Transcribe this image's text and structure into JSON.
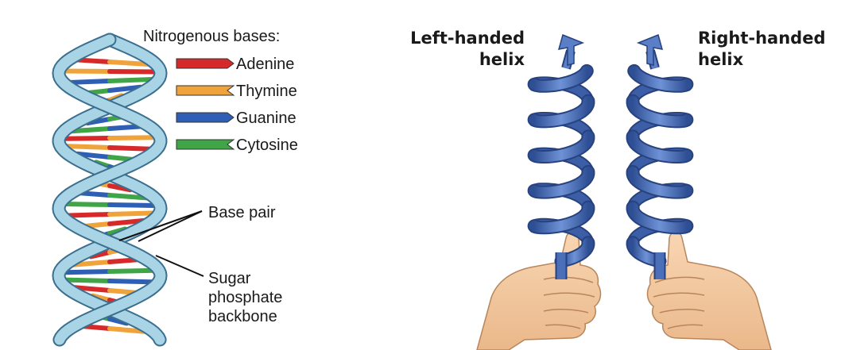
{
  "dna": {
    "heading": "Nitrogenous bases:",
    "legend": [
      {
        "label": "Adenine",
        "color": "#d62a2a",
        "shape": "arrow"
      },
      {
        "label": "Thymine",
        "color": "#f0a33a",
        "shape": "notch"
      },
      {
        "label": "Guanine",
        "color": "#2f5fb4",
        "shape": "arrow"
      },
      {
        "label": "Cytosine",
        "color": "#3fa546",
        "shape": "notch"
      }
    ],
    "callouts": {
      "base_pair": "Base pair",
      "backbone_line1": "Sugar",
      "backbone_line2": "phosphate",
      "backbone_line3": "backbone"
    },
    "backbone_color": "#a9d4e6",
    "backbone_edge": "#3b6f8f"
  },
  "helix": {
    "left_line1": "Left-handed",
    "left_line2": "helix",
    "right_line1": "Right-handed",
    "right_line2": "helix",
    "ribbon_color": "#4b6fb8",
    "ribbon_dark": "#27427e",
    "skin_color": "#f4c9a0",
    "skin_edge": "#b9855a"
  }
}
